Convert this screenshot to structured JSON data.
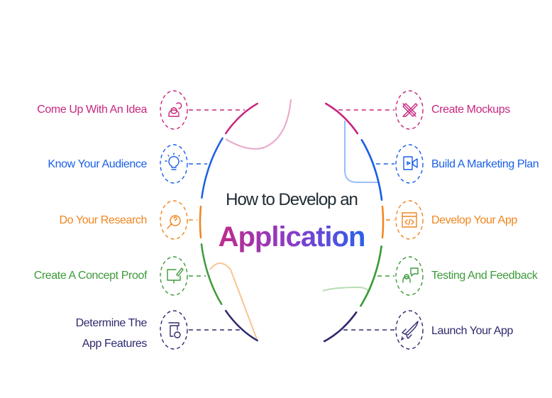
{
  "title": {
    "line1": "How to Develop an",
    "line2": "Application"
  },
  "left_steps": [
    {
      "label": "Come Up With An Idea",
      "icon": "users-icon",
      "color": "#c8277f"
    },
    {
      "label": "Know Your Audience",
      "icon": "lightbulb-icon",
      "color": "#1a5fe8"
    },
    {
      "label": "Do Your Research",
      "icon": "research-icon",
      "color": "#f0851e"
    },
    {
      "label": "Create A Concept Proof",
      "icon": "concept-board-icon",
      "color": "#3d9a3a"
    },
    {
      "label_line1": "Determine The",
      "label_line2": "App Features",
      "icon": "features-icon",
      "color": "#2e2a6e"
    }
  ],
  "right_steps": [
    {
      "label": "Create Mockups",
      "icon": "design-tools-icon",
      "color": "#c8277f"
    },
    {
      "label": "Build A Marketing Plan",
      "icon": "marketing-icon",
      "color": "#1a5fe8"
    },
    {
      "label": "Develop Your App",
      "icon": "code-window-icon",
      "color": "#f0851e"
    },
    {
      "label": "Testing And Feedback",
      "icon": "feedback-icon",
      "color": "#3d9a3a"
    },
    {
      "label": "Launch Your App",
      "icon": "rocket-icon",
      "color": "#2e2a6e"
    }
  ]
}
